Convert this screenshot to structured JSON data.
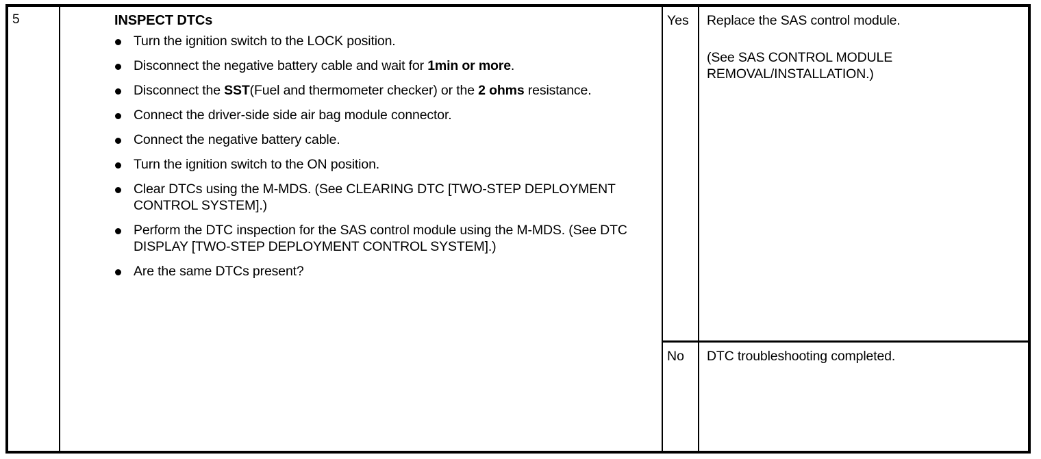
{
  "table": {
    "step_number": "5",
    "instruction": {
      "heading": "INSPECT DTCs",
      "bullets": [
        {
          "parts": [
            {
              "text": "Turn the ignition switch to the LOCK position.",
              "bold": false
            }
          ]
        },
        {
          "parts": [
            {
              "text": "Disconnect the negative battery cable and wait for ",
              "bold": false
            },
            {
              "text": "1min or more",
              "bold": true
            },
            {
              "text": ".",
              "bold": false
            }
          ]
        },
        {
          "parts": [
            {
              "text": "Disconnect the ",
              "bold": false
            },
            {
              "text": "SST",
              "bold": true
            },
            {
              "text": "(Fuel and thermometer checker) or the ",
              "bold": false
            },
            {
              "text": "2 ohms",
              "bold": true
            },
            {
              "text": " resistance.",
              "bold": false
            }
          ]
        },
        {
          "parts": [
            {
              "text": "Connect the driver-side side air bag module connector.",
              "bold": false
            }
          ]
        },
        {
          "parts": [
            {
              "text": "Connect the negative battery cable.",
              "bold": false
            }
          ]
        },
        {
          "parts": [
            {
              "text": "Turn the ignition switch to the ON position.",
              "bold": false
            }
          ]
        },
        {
          "parts": [
            {
              "text": "Clear DTCs using the M-MDS. (See CLEARING DTC [TWO-STEP DEPLOYMENT CONTROL SYSTEM].)",
              "bold": false
            }
          ]
        },
        {
          "parts": [
            {
              "text": "Perform the DTC inspection for the SAS control module using the M-MDS. (See DTC DISPLAY [TWO-STEP DEPLOYMENT CONTROL SYSTEM].)",
              "bold": false
            }
          ]
        },
        {
          "parts": [
            {
              "text": "Are the same DTCs present?",
              "bold": false
            }
          ]
        }
      ]
    },
    "outcomes": [
      {
        "answer": "Yes",
        "action_lines": [
          "Replace the SAS control module.",
          "",
          "(See SAS CONTROL MODULE",
          "REMOVAL/INSTALLATION.)"
        ]
      },
      {
        "answer": "No",
        "action_lines": [
          "DTC troubleshooting completed."
        ]
      }
    ]
  },
  "colors": {
    "border": "#000000",
    "text": "#000000",
    "background": "#ffffff"
  }
}
